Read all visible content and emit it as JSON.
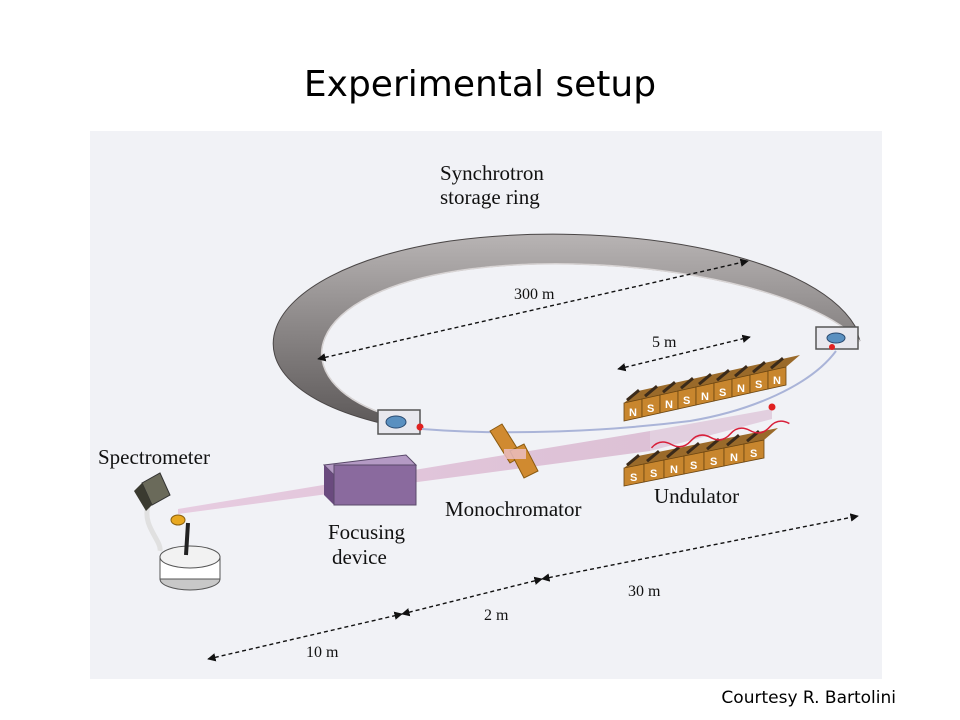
{
  "slide": {
    "title": "Experimental setup",
    "credit": "Courtesy R. Bartolini"
  },
  "diagram": {
    "labels": {
      "ring": [
        "Synchrotron",
        "storage ring"
      ],
      "spectrometer": "Spectrometer",
      "focusing": [
        "Focusing",
        "device"
      ],
      "monochromator": "Monochromator",
      "undulator": "Undulator"
    },
    "dimensions": {
      "ring": "300 m",
      "undulator_len": "5 m",
      "d30": "30 m",
      "d2": "2 m",
      "d10": "10 m"
    },
    "magnets_top": [
      "N",
      "S",
      "N",
      "S",
      "N",
      "S",
      "N",
      "S",
      "N"
    ],
    "magnets_bottom": [
      "S",
      "S",
      "N",
      "S",
      "S",
      "N",
      "S"
    ],
    "colors": {
      "ring": "#8c8888",
      "magnet": "#c8862e",
      "focusing": "#8a6a9e",
      "beam": "#d0a8c8",
      "electron_path": "#d8203a"
    }
  }
}
